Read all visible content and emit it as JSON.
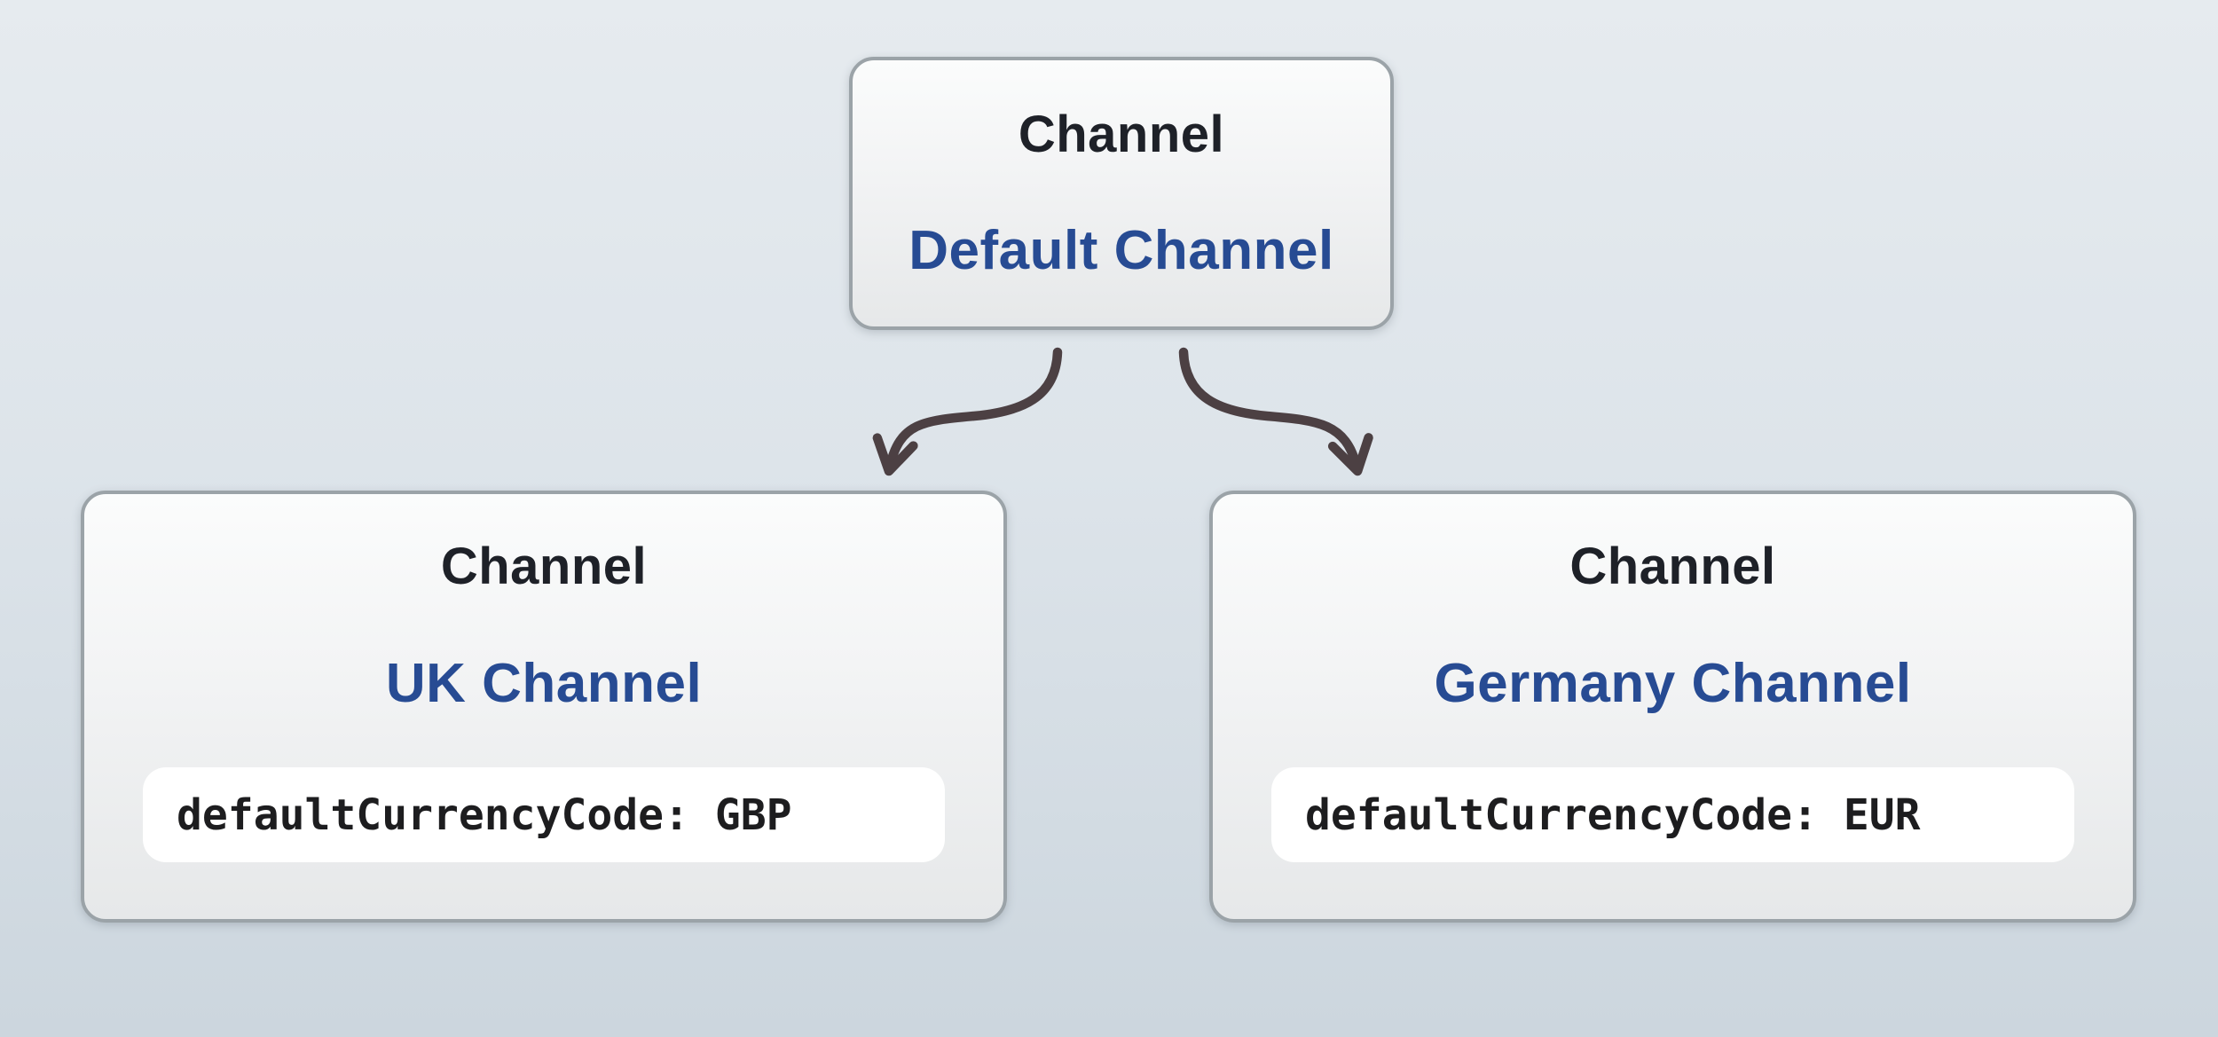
{
  "theme": {
    "bg_top": "#e6ebef",
    "bg_bottom": "#ccd6de",
    "box_border": "#9ba3a8",
    "heading_color": "#1e2128",
    "name_color": "#274b93",
    "arrow_color": "#4c4043",
    "pill_bg": "#ffffff",
    "code_color": "#1d1d1f"
  },
  "diagram": {
    "root": {
      "type_label": "Channel",
      "name": "Default Channel"
    },
    "children": [
      {
        "id": "uk",
        "type_label": "Channel",
        "name": "UK Channel",
        "attribute": "defaultCurrencyCode: GBP"
      },
      {
        "id": "germany",
        "type_label": "Channel",
        "name": "Germany Channel",
        "attribute": "defaultCurrencyCode: EUR"
      }
    ]
  }
}
